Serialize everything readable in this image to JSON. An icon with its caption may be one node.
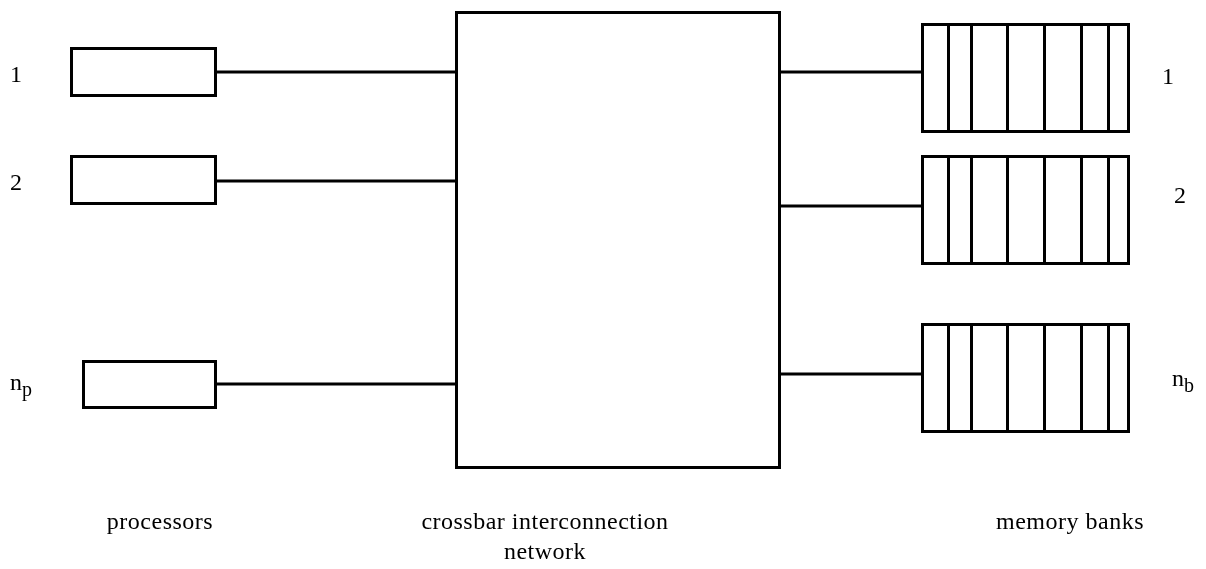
{
  "diagram": {
    "nodes": [
      {
        "text": [],
        "shape": "box",
        "beside": [
          "1"
        ]
      },
      {
        "text": [],
        "shape": "box",
        "beside": [
          "2"
        ]
      },
      {
        "text": [],
        "shape": "box",
        "beside": [
          "n$_{p}$"
        ]
      },
      {
        "text": [],
        "shape": "box"
      },
      {
        "text": [],
        "shape": "box",
        "beside": [
          "1"
        ]
      },
      {
        "text": [],
        "shape": "box",
        "beside": [
          "2"
        ]
      },
      {
        "text": [],
        "shape": "box",
        "beside": [
          "n$_{b}$"
        ]
      }
    ],
    "edges": [
      {
        "from": 0,
        "to": 3,
        "arrow": "none"
      },
      {
        "from": 1,
        "to": 3,
        "arrow": "none"
      },
      {
        "from": 2,
        "to": 3,
        "arrow": "none"
      },
      {
        "from": 3,
        "to": 4,
        "arrow": "none"
      },
      {
        "from": 3,
        "to": 5,
        "arrow": "none"
      },
      {
        "from": 3,
        "to": 6,
        "arrow": "none"
      }
    ],
    "labels": [
      "processors",
      "crossbar interconnection network",
      "memory banks"
    ]
  }
}
